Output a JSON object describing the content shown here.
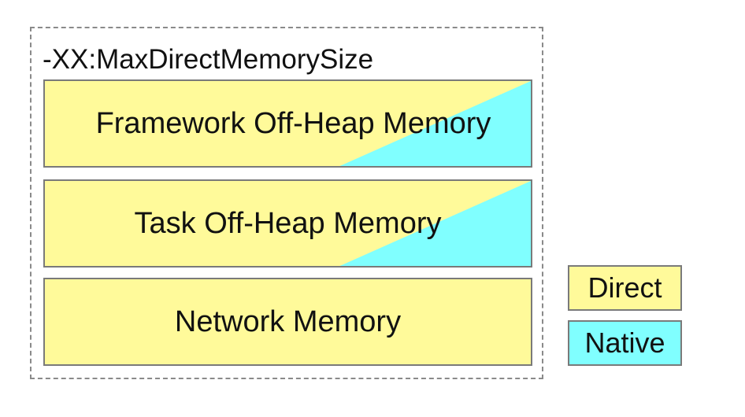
{
  "outer_frame": {
    "title": "-XX:MaxDirectMemorySize"
  },
  "boxes": [
    {
      "id": "framework",
      "label": "Framework Off-Heap Memory",
      "types": [
        "Direct",
        "Native"
      ]
    },
    {
      "id": "task",
      "label": "Task Off-Heap Memory",
      "types": [
        "Direct",
        "Native"
      ]
    },
    {
      "id": "network",
      "label": "Network Memory",
      "types": [
        "Direct"
      ]
    }
  ],
  "legend": [
    {
      "label": "Direct",
      "color": "#fffa9a"
    },
    {
      "label": "Native",
      "color": "#80ffff"
    }
  ],
  "colors": {
    "direct": "#fffa9a",
    "native": "#80ffff",
    "border": "#7a7a7a",
    "frame_dash": "#8a8a8a"
  }
}
